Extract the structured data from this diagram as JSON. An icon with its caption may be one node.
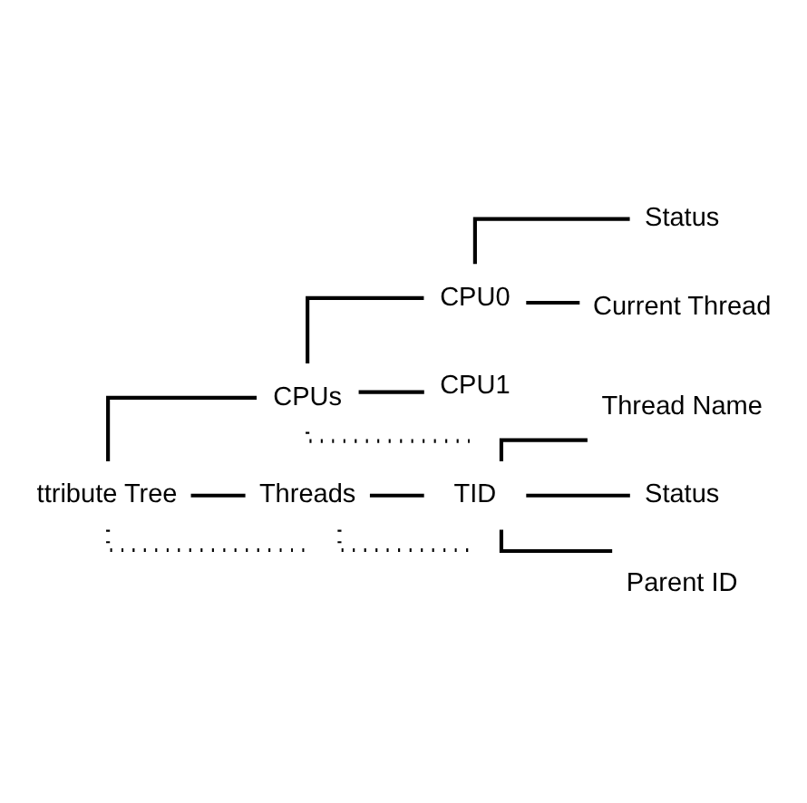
{
  "diagram": {
    "nodes": [
      {
        "text": [
          "ttribute Tree"
        ]
      },
      {
        "text": [
          "CPUs"
        ]
      },
      {
        "text": [
          "CPU0"
        ]
      },
      {
        "text": [
          "Status"
        ]
      },
      {
        "text": [
          "Current Thread"
        ]
      },
      {
        "text": [
          "CPU1"
        ]
      },
      {
        "text": [
          "Threads"
        ]
      },
      {
        "text": [
          "TID"
        ]
      },
      {
        "text": [
          "Thread Name"
        ]
      },
      {
        "text": [
          "Status"
        ]
      },
      {
        "text": [
          "Parent ID"
        ]
      }
    ],
    "edges": [
      {
        "from": 0,
        "to": 1,
        "arrow": "none"
      },
      {
        "from": 1,
        "to": 2,
        "arrow": "none"
      },
      {
        "from": 2,
        "to": 3,
        "arrow": "none"
      },
      {
        "from": 2,
        "to": 4,
        "arrow": "none"
      },
      {
        "from": 1,
        "to": 5,
        "arrow": "none"
      },
      {
        "from": 1,
        "to": null,
        "arrow": "none",
        "style": "dashed"
      },
      {
        "from": 0,
        "to": 6,
        "arrow": "none"
      },
      {
        "from": 6,
        "to": 7,
        "arrow": "none"
      },
      {
        "from": 7,
        "to": 8,
        "arrow": "none"
      },
      {
        "from": 7,
        "to": 9,
        "arrow": "none"
      },
      {
        "from": 7,
        "to": 10,
        "arrow": "none"
      },
      {
        "from": 6,
        "to": null,
        "arrow": "none",
        "style": "dashed"
      },
      {
        "from": 0,
        "to": null,
        "arrow": "none",
        "style": "dashed"
      }
    ]
  }
}
